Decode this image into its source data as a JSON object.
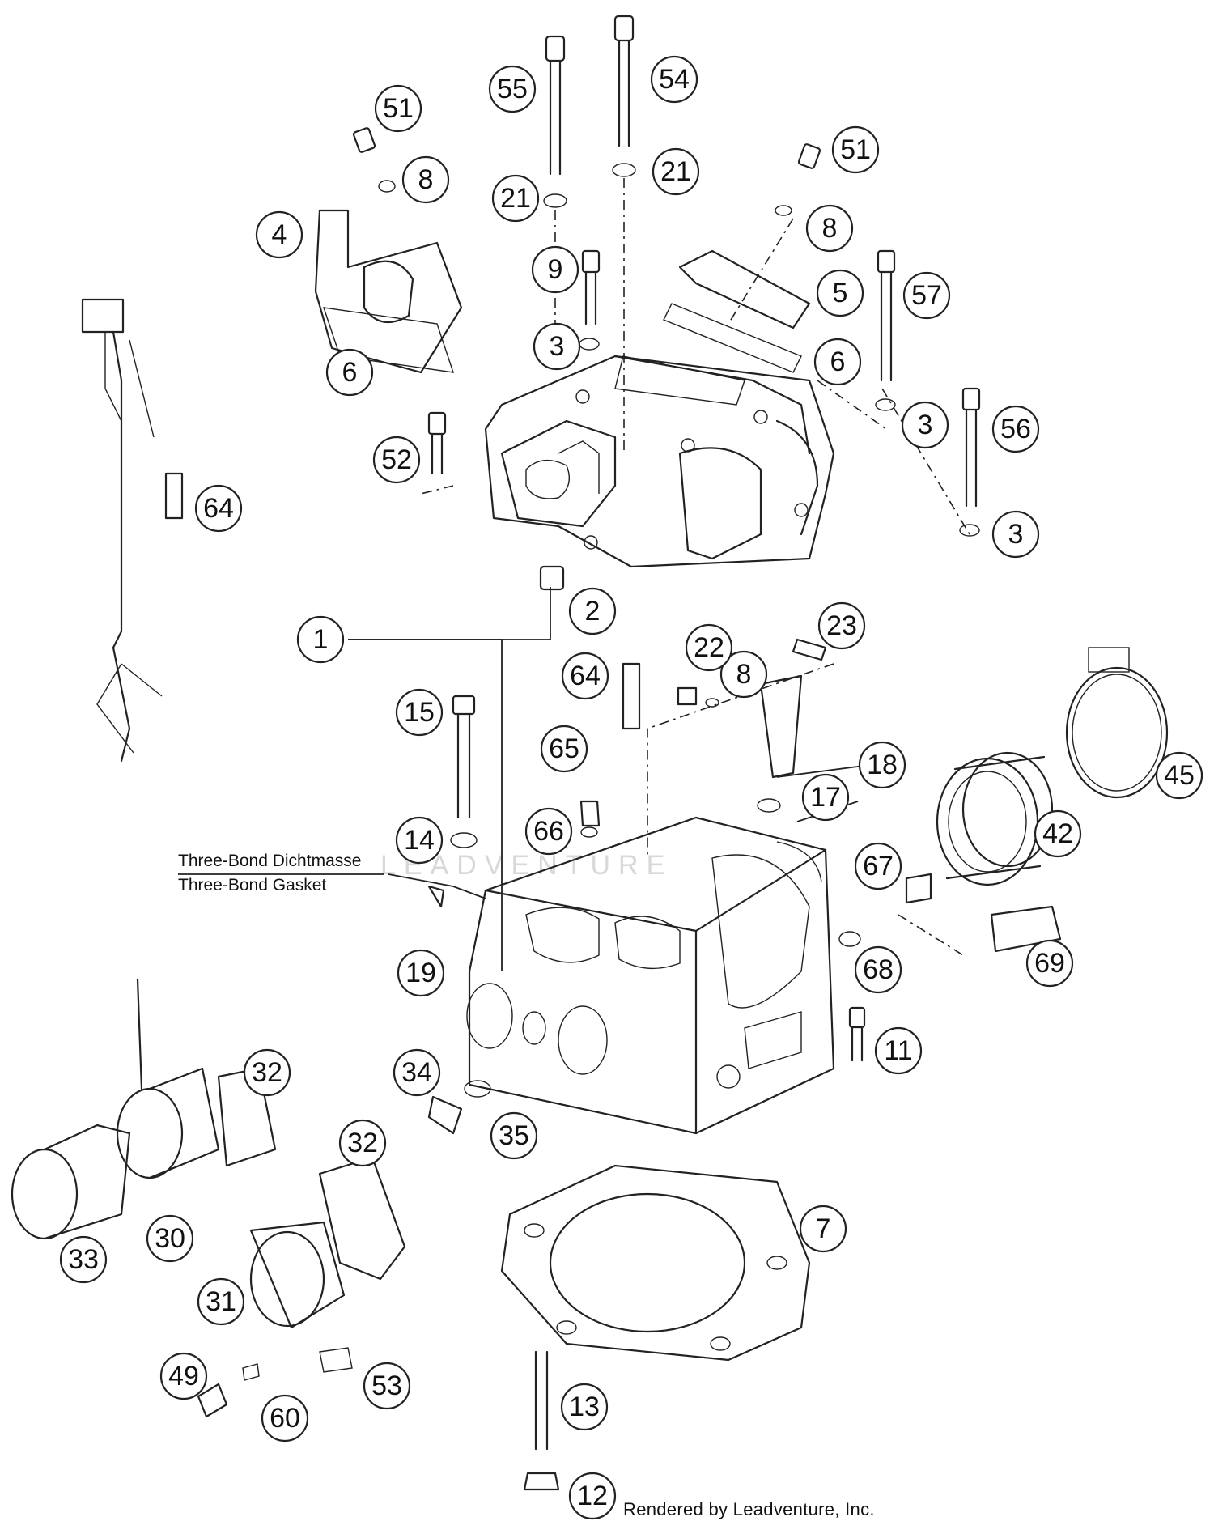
{
  "diagram": {
    "callouts": [
      "1",
      "2",
      "3",
      "3",
      "3",
      "4",
      "5",
      "6",
      "6",
      "7",
      "8",
      "8",
      "8",
      "9",
      "11",
      "12",
      "13",
      "14",
      "15",
      "17",
      "18",
      "19",
      "21",
      "21",
      "22",
      "23",
      "30",
      "31",
      "32",
      "32",
      "33",
      "34",
      "35",
      "42",
      "45",
      "49",
      "51",
      "51",
      "52",
      "53",
      "54",
      "55",
      "56",
      "57",
      "60",
      "64",
      "64",
      "65",
      "66",
      "67",
      "68",
      "69"
    ],
    "note": {
      "line1": "Three-Bond Dichtmasse",
      "line2": "Three-Bond Gasket"
    },
    "watermark": "LEADVENTURE",
    "credit": "Rendered by Leadventure, Inc."
  }
}
